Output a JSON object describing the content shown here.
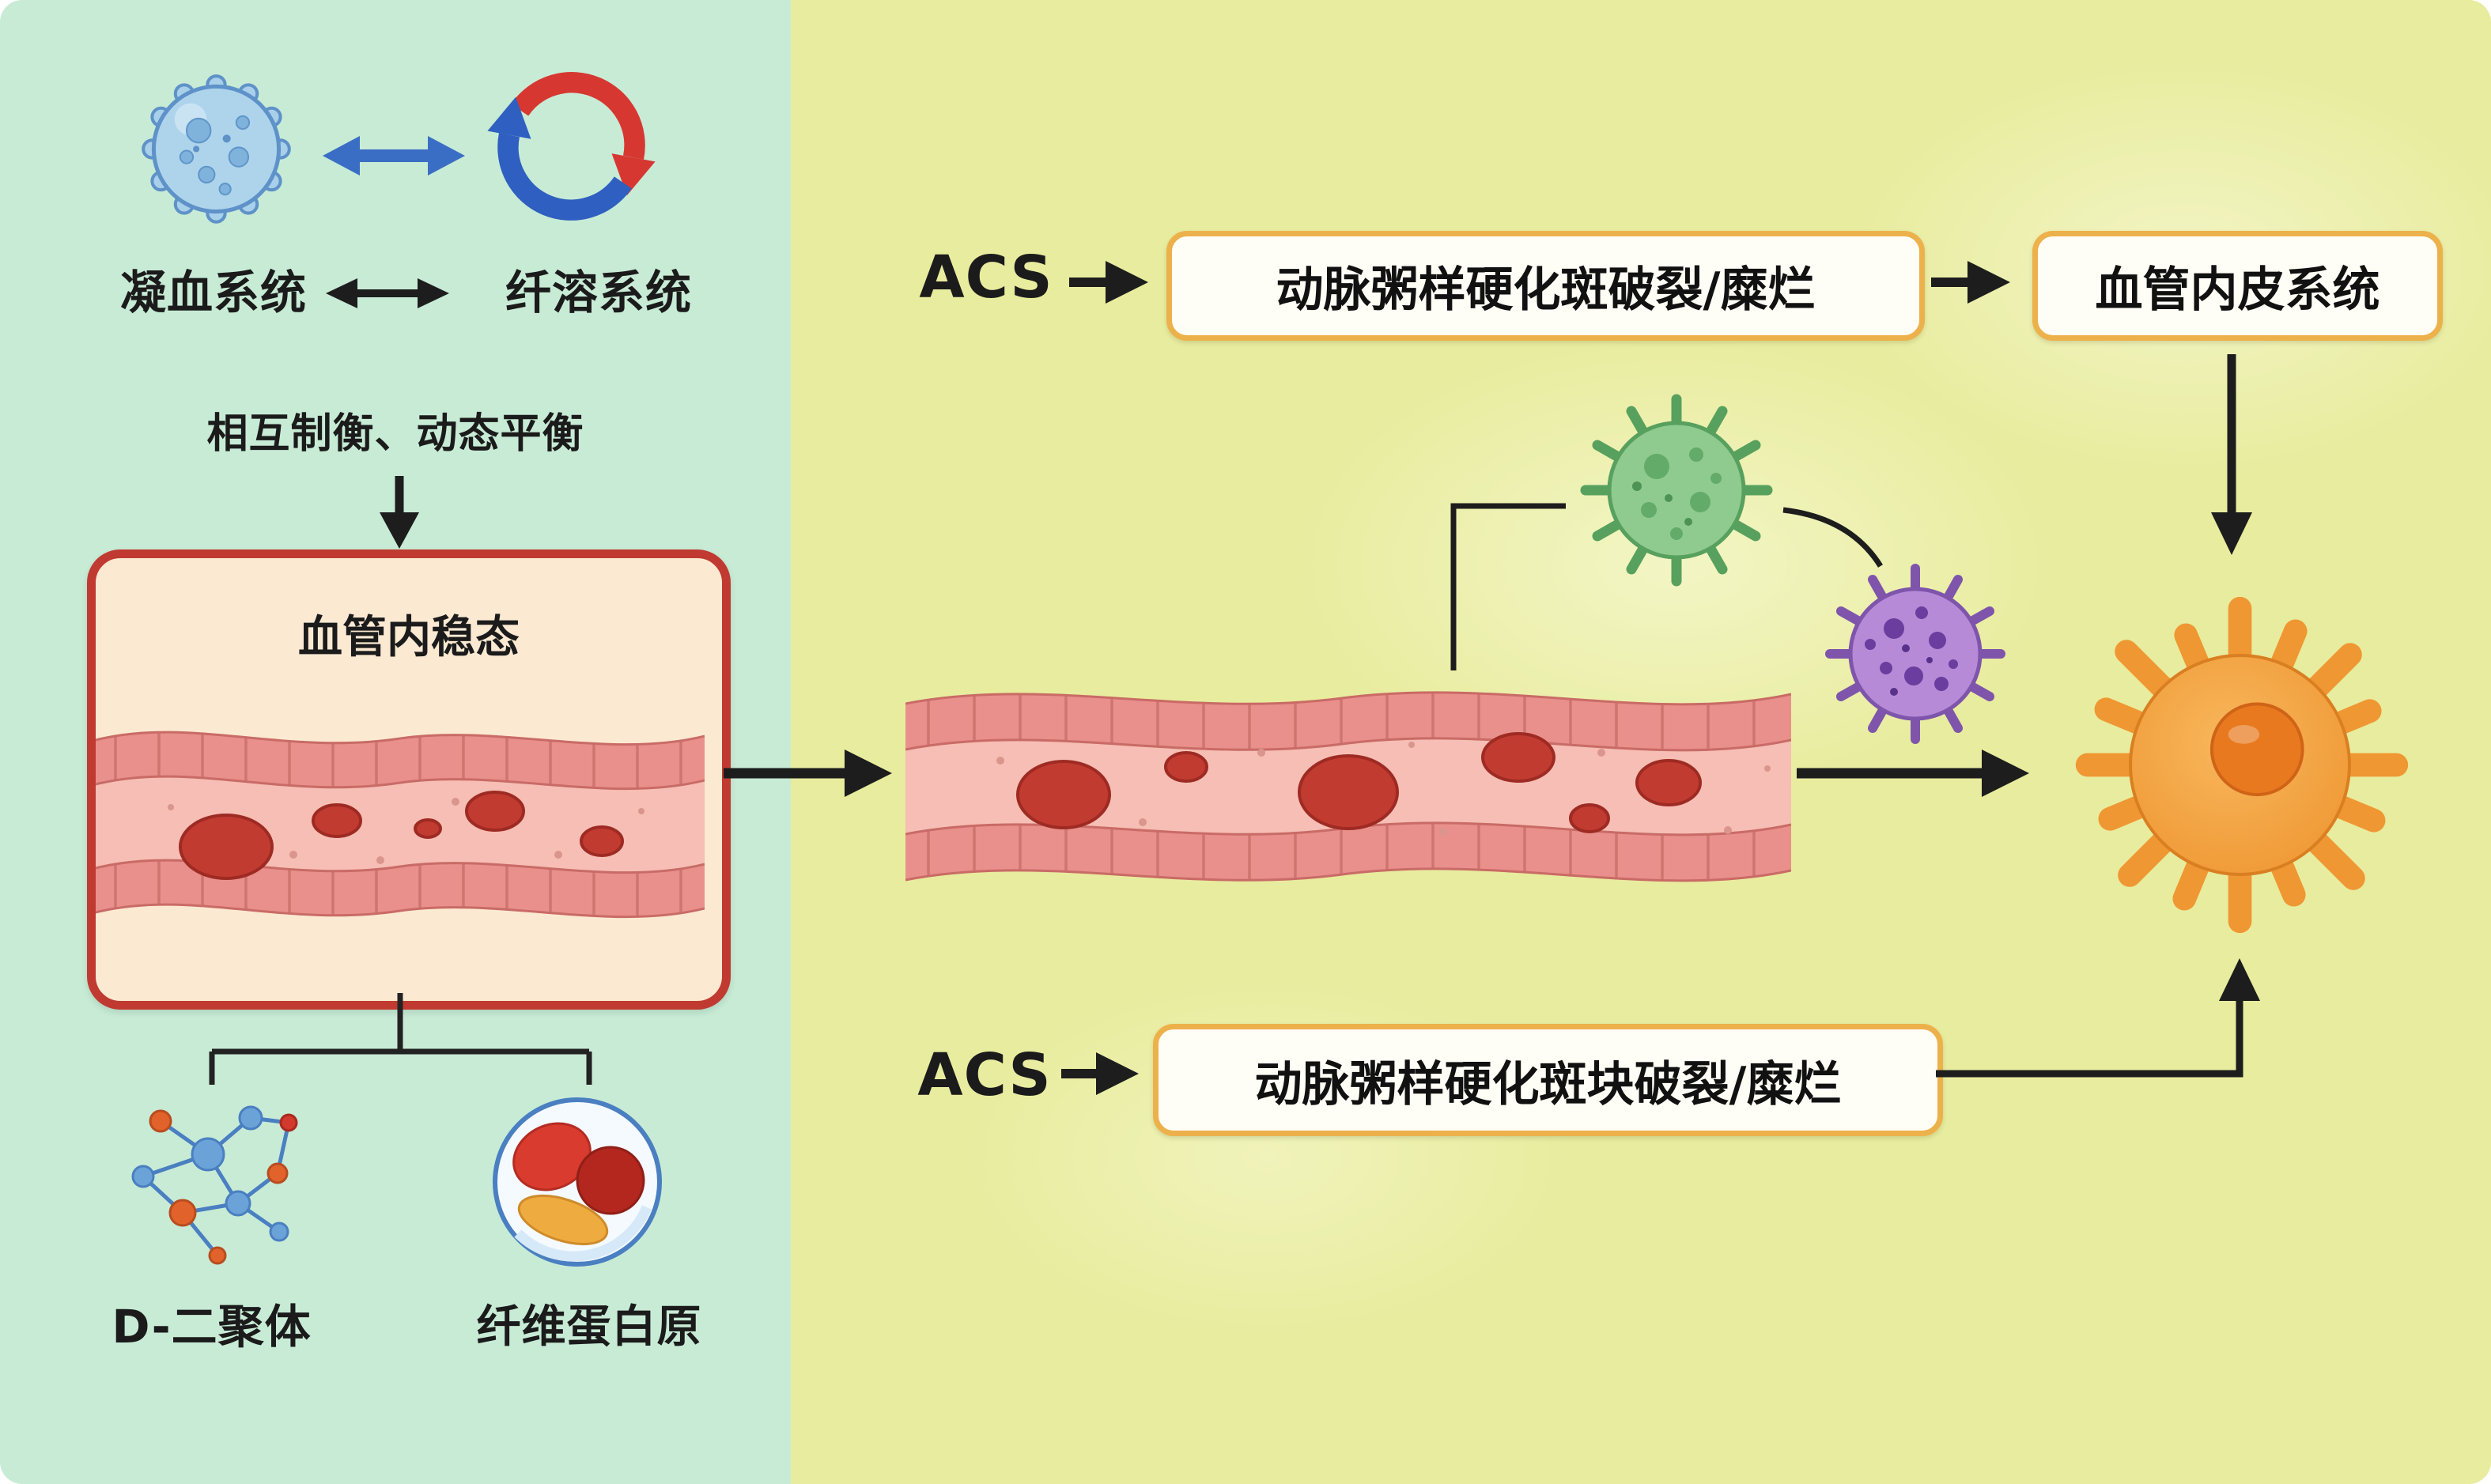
{
  "left": {
    "coagulation": "凝血系统",
    "fibrinolysis": "纤溶系统",
    "balance": "相互制衡、动态平衡",
    "homeostasis": "血管内稳态",
    "d_dimer": "D-二聚体",
    "fibrinogen": "纤维蛋白原"
  },
  "right": {
    "top": {
      "acs": "ACS",
      "plaque": "动脉粥样硬化斑破裂/糜烂",
      "endothelium": "血管内皮系统"
    },
    "bottom": {
      "acs": "ACS",
      "plaque": "动脉粥样硬化斑块破裂/糜烂"
    }
  },
  "icons": {
    "coagulation_cell": "spotted-blue-cell-icon",
    "cycle_arrows": "red-blue-recycle-arrows-icon",
    "bidirectional_arrow": "⇄",
    "down_arrow": "↓",
    "right_arrow": "→",
    "vessel": "blood-vessel-with-red-cells-illustration",
    "d_dimer_molecule": "molecule-network-icon",
    "fibrinogen_circle": "fibrinogen-blobs-in-circle-icon",
    "green_virus": "green-spiky-virus-icon",
    "purple_virus": "purple-spiky-virus-icon",
    "activated_cell": "orange-activated-platelet-icon"
  },
  "colors": {
    "left_bg": "#c8ebd6",
    "right_bg": "#e8ec9e",
    "homeostasis_border": "#c03a31",
    "homeostasis_bg": "#fce9d2",
    "flow_box_border": "#edb14b",
    "flow_box_bg": "#fffef6",
    "vessel_wall": "#e9908c",
    "vessel_lumen": "#f6beb4",
    "blood_cell": "#c23b31",
    "green_virus": "#8fca8e",
    "purple_virus": "#b78ad8",
    "activated_cell": "#ef9733",
    "blue_arrow": "#3a6ec5",
    "cycle_red": "#d63831",
    "cycle_blue": "#2f5fc0",
    "line": "#1d1d1d"
  }
}
